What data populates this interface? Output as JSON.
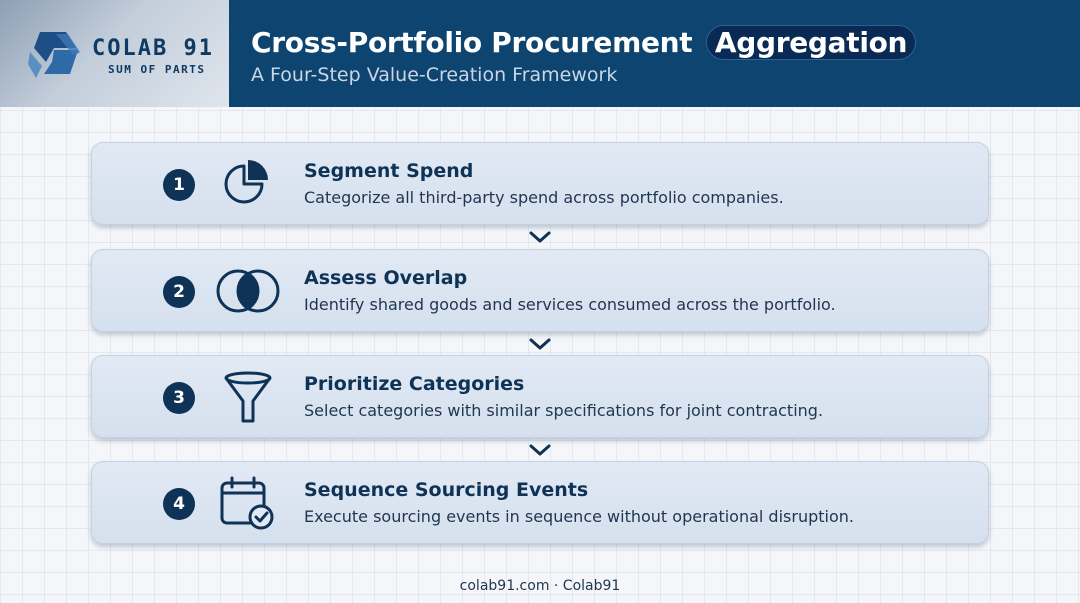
{
  "brand": {
    "name": "COLAB 91",
    "tagline": "SUM OF PARTS",
    "colors": {
      "header": "#0e4470",
      "accent_dark": "#0e3356"
    }
  },
  "header": {
    "title_main": "Cross-Portfolio Procurement",
    "title_highlight": "Aggregation",
    "subtitle": "A Four-Step Value-Creation Framework"
  },
  "steps": [
    {
      "number": "1",
      "icon": "pie-chart-icon",
      "title": "Segment Spend",
      "description": "Categorize all third-party spend across portfolio companies."
    },
    {
      "number": "2",
      "icon": "venn-overlap-icon",
      "title": "Assess Overlap",
      "description": "Identify shared goods and services consumed across the portfolio."
    },
    {
      "number": "3",
      "icon": "funnel-icon",
      "title": "Prioritize Categories",
      "description": "Select categories with similar specifications for joint contracting."
    },
    {
      "number": "4",
      "icon": "calendar-check-icon",
      "title": "Sequence Sourcing Events",
      "description": "Execute sourcing events in sequence without operational disruption."
    }
  ],
  "footer": {
    "text": "colab91.com · Colab91"
  }
}
